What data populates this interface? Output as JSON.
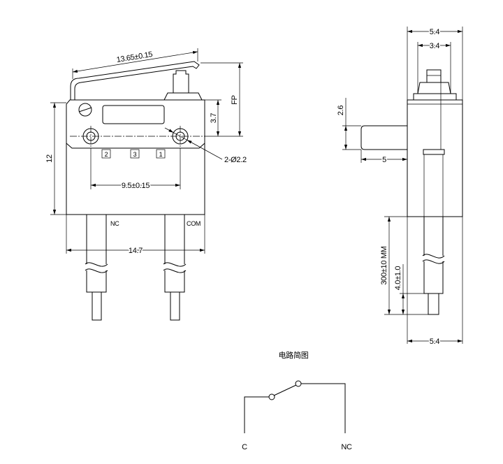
{
  "front_view": {
    "lever_dim": "13.65±0.15",
    "fp_dim": "FP",
    "plunger_offset_dim": "3.7",
    "height_dim": "12",
    "hole_callout": "2-Ø2.2",
    "hole_spacing_dim": "9.5±0.15",
    "terminal_marks": [
      "2",
      "3",
      "1"
    ],
    "wire_left_label": "NC",
    "wire_right_label": "COM",
    "width_dim": "14.7"
  },
  "side_view": {
    "top_width_dim": "5.4",
    "plunger_width_dim": "3.4",
    "lever_thickness_dim": "2.6",
    "lever_offset_dim": "5",
    "wire_length_dim": "300±10 MM",
    "strip_length_dim": "4.0±1.0",
    "bottom_width_dim": "5.4"
  },
  "circuit": {
    "title": "电路简图",
    "terminal_c": "C",
    "terminal_nc": "NC"
  }
}
